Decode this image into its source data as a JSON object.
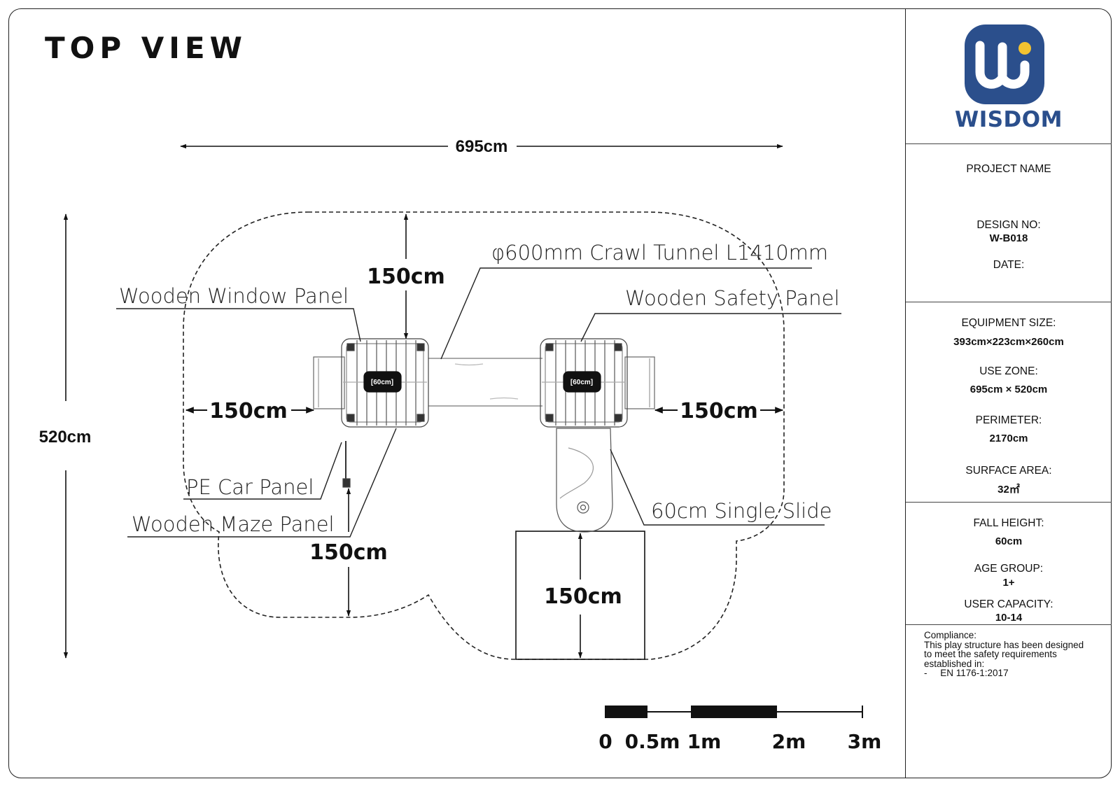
{
  "title": "TOP VIEW",
  "dimensions": {
    "overall_width": "695cm",
    "overall_depth": "520cm",
    "zone_top": "150cm",
    "zone_left": "150cm",
    "zone_right": "150cm",
    "zone_bottom": "150cm",
    "zone_slide": "150cm"
  },
  "labels": {
    "crawl_tunnel": "φ600mm Crawl Tunnel L1410mm",
    "wooden_window_panel": "Wooden Window Panel",
    "wooden_safety_panel": "Wooden Safety Panel",
    "pe_car_panel": "PE Car Panel",
    "wooden_maze_panel": "Wooden Maze Panel",
    "single_slide": "60cm Single Slide",
    "platform_left_height": "[60cm]",
    "platform_right_height": "[60cm]"
  },
  "scale_bar": [
    "0",
    "0.5m",
    "1m",
    "2m",
    "3m"
  ],
  "sidebar": {
    "brand": "WISDOM",
    "project_name_label": "PROJECT NAME",
    "design_no_label": "DESIGN NO:",
    "design_no_value": "W-B018",
    "date_label": "DATE:",
    "equipment_size_label": "EQUIPMENT SIZE:",
    "equipment_size_value": "393cm×223cm×260cm",
    "use_zone_label": "USE ZONE:",
    "use_zone_value": "695cm × 520cm",
    "perimeter_label": "PERIMETER:",
    "perimeter_value": "2170cm",
    "surface_area_label": "SURFACE AREA:",
    "surface_area_value": "32㎡",
    "fall_height_label": "FALL HEIGHT:",
    "fall_height_value": "60cm",
    "age_group_label": "AGE GROUP:",
    "age_group_value": "1+",
    "user_capacity_label": "USER CAPACITY:",
    "user_capacity_value": "10-14",
    "compliance": [
      "Compliance:",
      "This play structure has been designed",
      "to meet the safety requirements",
      "established in:",
      "-     EN 1176-1:2017"
    ]
  },
  "colors": {
    "brand_blue": "#2b4f8c",
    "brand_yellow": "#f2c230",
    "line": "#111111"
  }
}
